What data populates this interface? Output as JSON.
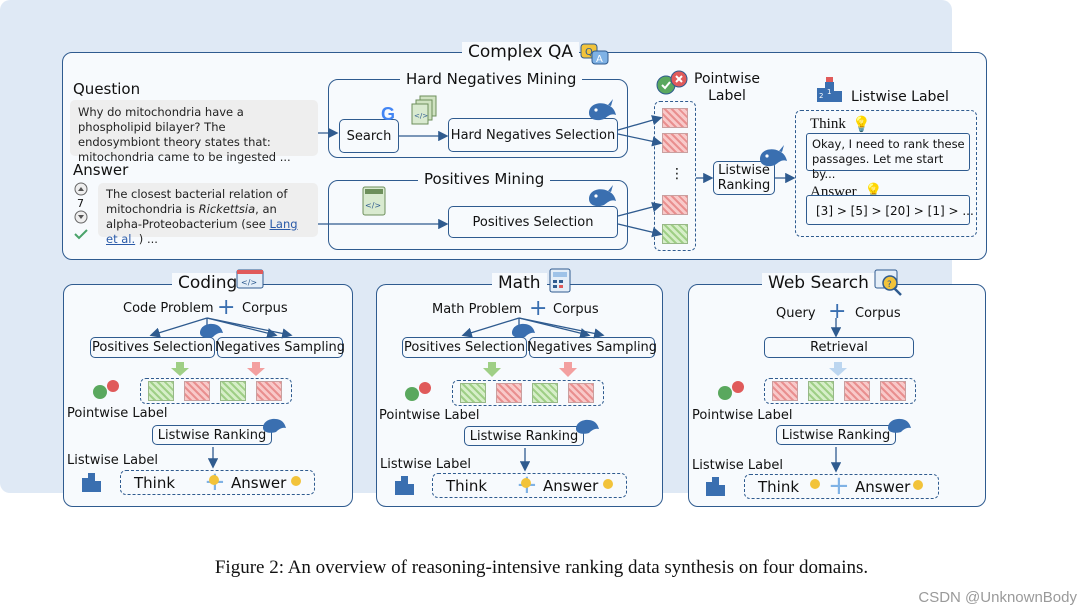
{
  "top": {
    "title": "Complex QA",
    "question_label": "Question",
    "question_text": "Why do mitochondria have a phospholipid bilayer? The endosymbiont theory states that: mitochondria came to be ingested ...",
    "answer_label": "Answer",
    "answer_votes": "7",
    "answer_text_1": "The closest bacterial relation of mitochondria is",
    "answer_italic": "Rickettsia",
    "answer_text_2": ", an alpha-Proteobacterium (see",
    "answer_link": "Lang et al.",
    "answer_text_3": ") ...",
    "hard_neg_title": "Hard Negatives Mining",
    "search_btn": "Search",
    "hard_neg_btn": "Hard Negatives Selection",
    "pos_title": "Positives Mining",
    "pos_btn": "Positives Selection",
    "pointwise_label": "Pointwise\nLabel",
    "ellipsis": "⋮",
    "listwise_ranking": "Listwise\nRanking",
    "listwise_label": "Listwise Label",
    "think_label": "Think",
    "think_text": "Okay, I need to rank these passages. Let me start by...",
    "answer_label2": "Answer",
    "answer_rank": "[3] > [5] > [20] > [1] > ..."
  },
  "coding": {
    "title": "Coding",
    "problem": "Code Problem",
    "corpus": "Corpus",
    "pos_sel": "Positives Selection",
    "neg_samp": "Negatives Sampling",
    "pointwise": "Pointwise Label",
    "listwise_rank": "Listwise Ranking",
    "listwise_label": "Listwise Label",
    "think": "Think",
    "answer": "Answer",
    "cells": [
      "g",
      "r",
      "g",
      "r"
    ]
  },
  "math": {
    "title": "Math",
    "problem": "Math Problem",
    "corpus": "Corpus",
    "pos_sel": "Positives Selection",
    "neg_samp": "Negatives Sampling",
    "pointwise": "Pointwise Label",
    "listwise_rank": "Listwise Ranking",
    "listwise_label": "Listwise Label",
    "think": "Think",
    "answer": "Answer",
    "cells": [
      "g",
      "r",
      "g",
      "r"
    ]
  },
  "web": {
    "title": "Web Search",
    "query": "Query",
    "corpus": "Corpus",
    "retrieval": "Retrieval",
    "pointwise": "Pointwise Label",
    "listwise_rank": "Listwise Ranking",
    "listwise_label": "Listwise Label",
    "think": "Think",
    "answer": "Answer",
    "cells": [
      "r",
      "g",
      "r",
      "r"
    ]
  },
  "plus_sign": "+",
  "caption": "Figure 2: An overview of reasoning-intensive ranking data synthesis on four domains.",
  "watermark": "CSDN @UnknownBody",
  "colors": {
    "border": "#2f5b8f",
    "panel": "#dfe9f5",
    "pos": "#9fcf86",
    "neg": "#e98f8f",
    "accent": "#3a6fb0"
  }
}
